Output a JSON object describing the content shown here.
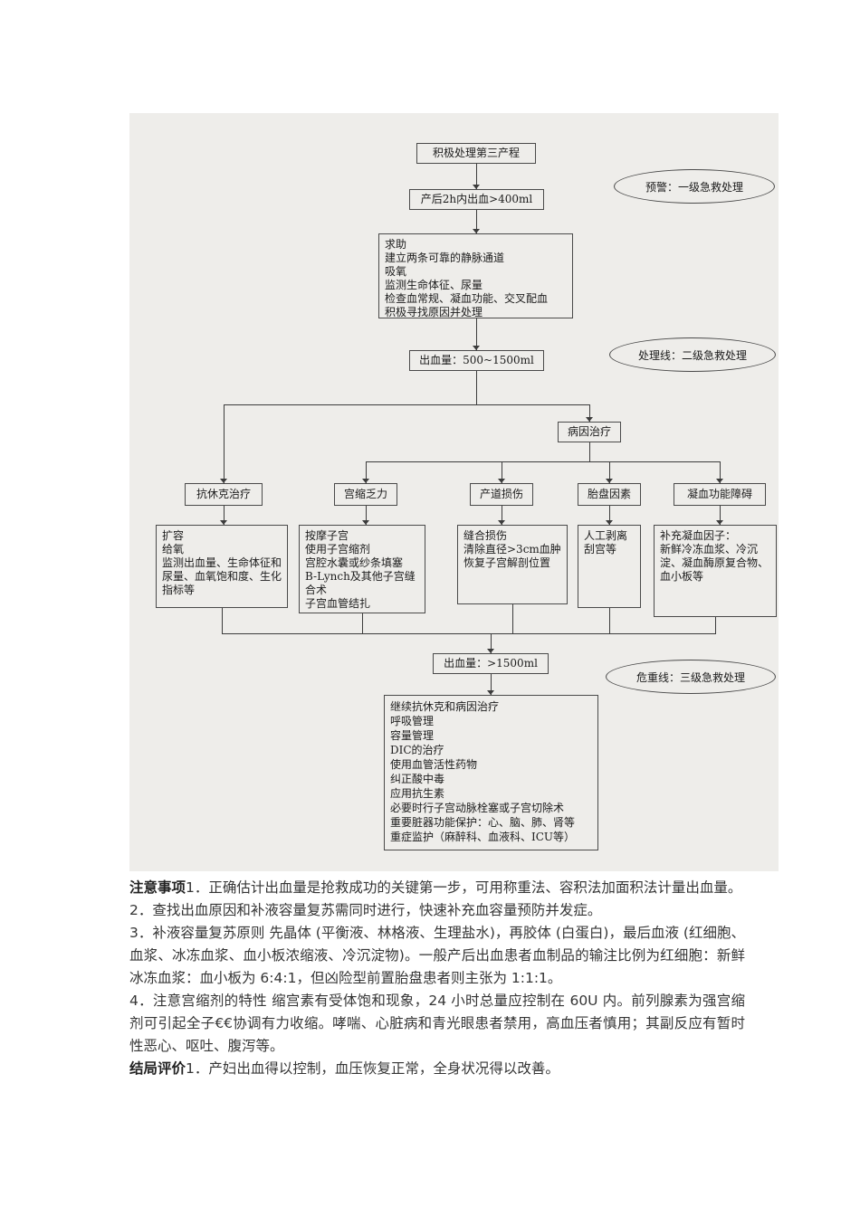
{
  "scan": {
    "nodes": {
      "start": "积极处理第三产程",
      "trigger": "产后2h内出血>400ml",
      "level1": "预警：一级急救处理",
      "aid_lines": [
        "求助",
        "建立两条可靠的静脉通道",
        "吸氧",
        "监测生命体征、尿量",
        "检查血常规、凝血功能、交叉配血",
        "积极寻找原因并处理"
      ],
      "volume1": "出血量：500~1500ml",
      "level2": "处理线：二级急救处理",
      "etiology": "病因治疗",
      "antishock": "抗休克治疗",
      "antishock_lines": [
        "扩容",
        "给氧",
        "监测出血量、生命体征和尿量、血氧饱和度、生化指标等"
      ],
      "atony": "宫缩乏力",
      "atony_lines": [
        "按摩子宫",
        "使用子宫缩剂",
        "宫腔水囊或纱条填塞",
        "B-Lynch及其他子宫缝合术",
        "子宫血管结扎"
      ],
      "canal": "产道损伤",
      "canal_lines": [
        "缝合损伤",
        "清除直径>3cm血肿",
        "恢复子宫解剖位置"
      ],
      "placenta": "胎盘因素",
      "placenta_lines": [
        "人工剥离",
        "刮宫等"
      ],
      "coag": "凝血功能障碍",
      "coag_lines": [
        "补充凝血因子：",
        "新鲜冷冻血浆、冷沉淀、凝血酶原复合物、血小板等"
      ],
      "volume2": "出血量：>1500ml",
      "level3": "危重线：三级急救处理",
      "final_lines": [
        "继续抗休克和病因治疗",
        "呼吸管理",
        "容量管理",
        "DIC的治疗",
        "使用血管活性药物",
        "纠正酸中毒",
        "应用抗生素",
        "必要时行子宫动脉栓塞或子宫切除术",
        "重要脏器功能保护：心、脑、肺、肾等",
        "重症监护（麻醉科、血液科、ICU等）"
      ]
    }
  },
  "notes": {
    "n1_label": "注意事项",
    "n1_text": "1．正确估计出血量是抢救成功的关键第一步，可用称重法、容积法加面积法计量出血量。",
    "n2_text": "2．查找出血原因和补液容量复苏需同时进行，快速补充血容量预防并发症。",
    "n3_text": "3．补液容量复苏原则 先晶体 (平衡液、林格液、生理盐水)，再胶体 (白蛋白)，最后血液 (红细胞、血浆、冰冻血浆、血小板浓缩液、冷沉淀物)。一般产后出血患者血制品的输注比例为红细胞：新鲜冰冻血浆：血小板为 6:4:1，但凶险型前置胎盘患者则主张为 1:1:1。",
    "n4_text": "4．注意宫缩剂的特性 缩宫素有受体饱和现象，24 小时总量应控制在 60U 内。前列腺素为强宫缩剂可引起全子€€协调有力收缩。哮喘、心脏病和青光眼患者禁用，高血压者慎用；其副反应有暂时性恶心、呕吐、腹泻等。",
    "n5_label": "结局评价",
    "n5_text": "1．产妇出血得以控制，血压恢复正常，全身状况得以改善。"
  }
}
